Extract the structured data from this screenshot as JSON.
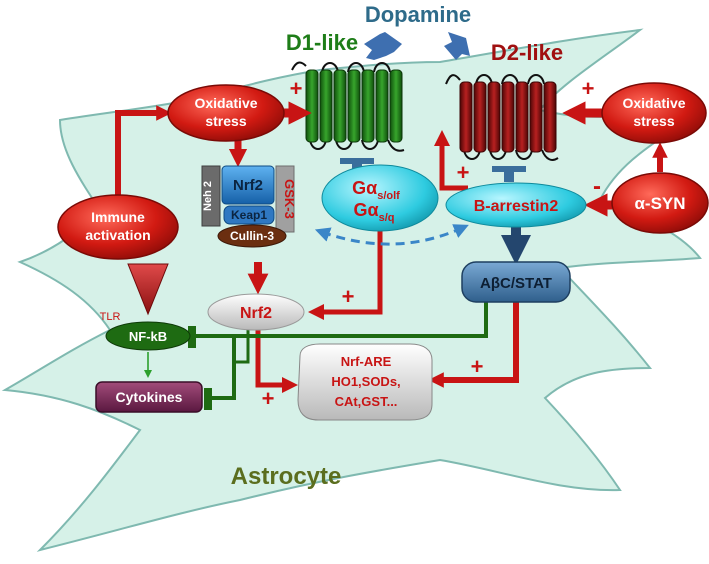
{
  "diagram": {
    "ligand": "Dopamine",
    "receptor_d1": "D1-like",
    "receptor_d2": "D2-like",
    "oxidative_stress_left": [
      "Oxidative",
      "stress"
    ],
    "oxidative_stress_right": [
      "Oxidative",
      "stress"
    ],
    "immune_activation": [
      "Immune",
      "activation"
    ],
    "alpha_syn": "α-SYN",
    "g_protein_line1_base": "Gα",
    "g_protein_line1_sub": "s/olf",
    "g_protein_line2_base": "Gα",
    "g_protein_line2_sub": "s/q",
    "b_arrestin": "B-arrestin2",
    "apc_stat": "AβC/STAT",
    "nrf2_complex": "Nrf2",
    "keap1": "Keap1",
    "cullin3": "Cullin-3",
    "neh2": "Neh 2",
    "gsk3": "GSK-3",
    "nrf2_free": "Nrf2",
    "tlr": "TLR",
    "nfkb": "NF-kB",
    "cytokines": "Cytokines",
    "nrf_are": [
      "Nrf-ARE",
      "HO1,SODs,",
      "CAt,GST..."
    ],
    "cell_label": "Astrocyte",
    "plus_sign": "+",
    "minus_sign": "-"
  },
  "colors": {
    "cell_fill": "#d6f1e8",
    "cell_stroke": "#7fb9b0",
    "red": "#c81414",
    "dark_red": "#a01010",
    "green": "#1e6b12",
    "d1_green": "#1e7d18",
    "d2_red": "#8c0f0f",
    "blue_arrow": "#3e6fb0",
    "dopamine_text": "#2e6b8a",
    "cyan": "#33d0e0",
    "purple": "#6e2050",
    "steel": "#3a6e9c",
    "cell_label": "#5b6e1e"
  }
}
